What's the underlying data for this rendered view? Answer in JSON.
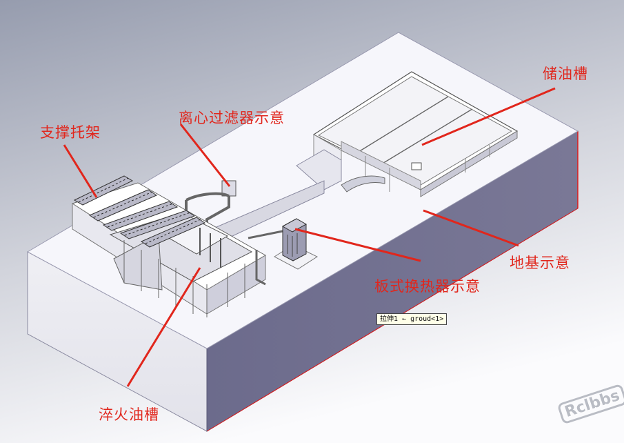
{
  "labels": {
    "oil_storage_tank": "储油槽",
    "centrifugal_filter": "离心过滤器示意",
    "support_bracket": "支撑托架",
    "foundation": "地基示意",
    "plate_heat_exchanger": "板式换热器示意",
    "quench_oil_tank": "淬火油槽"
  },
  "tooltip": "拉伸1 ← groud<1>",
  "watermark": "Rclbbs",
  "colors": {
    "annotation": "#e1261c",
    "background_top": "#9aa0b2",
    "background_bottom": "#ffffff",
    "foundation_top": "#f6f6fb",
    "foundation_front": "#6f6e90",
    "foundation_left": "#ececf2"
  }
}
